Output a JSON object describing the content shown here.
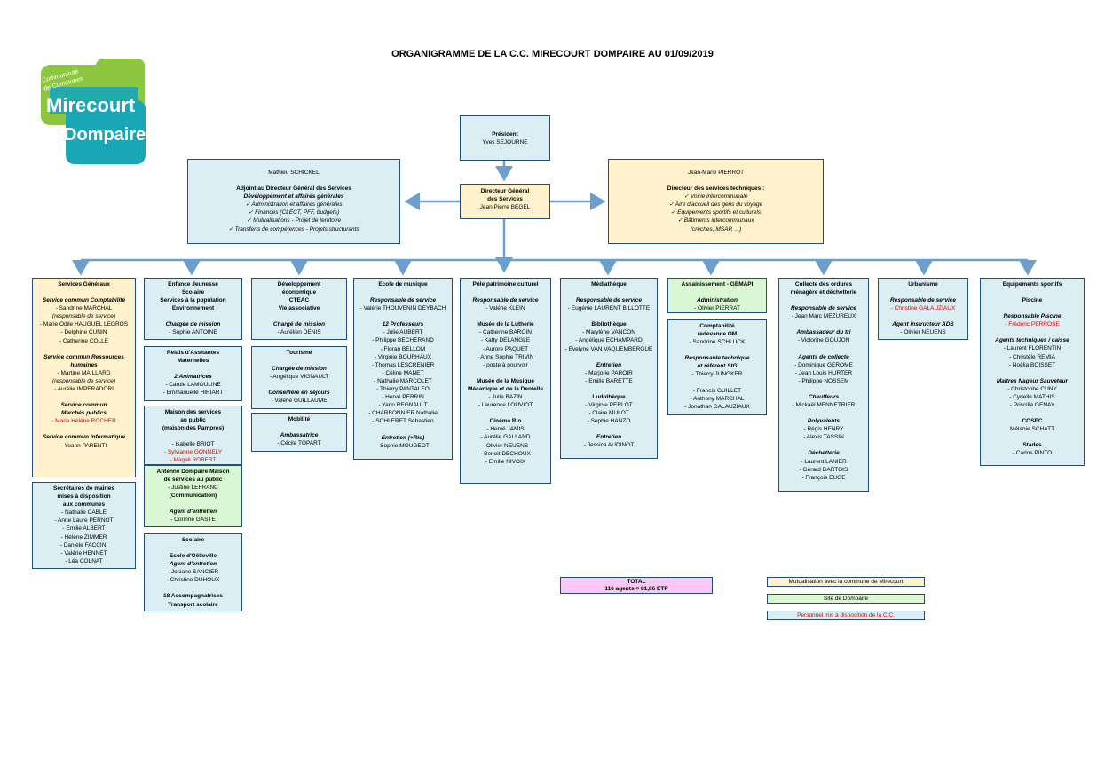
{
  "title": "ORGANIGRAMME DE LA C.C. MIRECOURT DOMPAIRE AU 01/09/2019",
  "logo": {
    "small1": "Communauté",
    "small2": "de Communes",
    "word1": "Mirecourt",
    "word2": "Dompaire",
    "colors": {
      "green": "#8dc63f",
      "teal": "#1aa6b7"
    }
  },
  "president": {
    "l1": "Président",
    "l2": "Yves SEJOURNE"
  },
  "dgs": {
    "l1": "Directeur Général",
    "l2": "des Services",
    "l3": "Jean Pierre BEGEL"
  },
  "adjoint": {
    "name": "Mathieu SCHICKEL",
    "role": "Adjoint au Directeur Général des Services",
    "sub": "Développement et affaires générales",
    "items": [
      "✓ Administration et affaires générales",
      "✓ Finances (CLECT, PFF, budgets)",
      "✓ Mutualisations - Projet de territoire",
      "✓ Transferts de compétences - Projets structurants"
    ]
  },
  "techdir": {
    "name": "Jean-Marie PIERROT",
    "role": "Directeur des services techniques :",
    "items": [
      "✓ Voirie intercommunale",
      "✓ Aire d'accueil des gens du voyage",
      "✓ Equipements sportifs et culturels",
      "✓ Bâtiments intercommunaux"
    ],
    "extra": "(crèches, MSAP, ...)"
  },
  "legend": {
    "yellow": "Mutualisation avec la commune de Mirecourt",
    "green": "Site de Dompaire",
    "red": "Personnel mis à disposition de la C.C."
  },
  "total": {
    "l1": "TOTAL",
    "l2": "116 agents = 81,86 ETP"
  },
  "boxes": [
    {
      "lines": [
        {
          "t": "Services Généraux",
          "c": "b"
        },
        {
          "t": "",
          "c": ""
        },
        {
          "t": "Service commun Comptabilité",
          "c": "bi"
        },
        {
          "t": "- Sandrine MARCHAL",
          "c": ""
        },
        {
          "t": "(responsable de service)",
          "c": "i"
        },
        {
          "t": "- Marie Odile HAUGUEL LEGROS",
          "c": ""
        },
        {
          "t": "- Delphine CUNIN",
          "c": ""
        },
        {
          "t": "- Catherine COLLE",
          "c": ""
        },
        {
          "t": "",
          "c": ""
        },
        {
          "t": "Service commun Ressources",
          "c": "bi"
        },
        {
          "t": "humaines",
          "c": "bi"
        },
        {
          "t": "- Martine MAILLARD",
          "c": ""
        },
        {
          "t": "(responsable de service)",
          "c": "i"
        },
        {
          "t": "- Aurélie IMPERADORI",
          "c": ""
        },
        {
          "t": "",
          "c": ""
        },
        {
          "t": "Service commun",
          "c": "bi"
        },
        {
          "t": "Marchés publics",
          "c": "bi"
        },
        {
          "t": "- Marie Hélène ROCHER",
          "c": "red"
        },
        {
          "t": "",
          "c": ""
        },
        {
          "t": "Service commun Informatique",
          "c": "bi"
        },
        {
          "t": "- Yoann PARENTI",
          "c": ""
        }
      ]
    },
    {
      "lines": [
        {
          "t": "Secrétaires de mairies",
          "c": "b"
        },
        {
          "t": "mises à disposition",
          "c": "b"
        },
        {
          "t": "aux communes",
          "c": "b"
        },
        {
          "t": "- Nathalie CABLE",
          "c": ""
        },
        {
          "t": "- Anne Laure PERNOT",
          "c": ""
        },
        {
          "t": "- Emilie ALBERT",
          "c": ""
        },
        {
          "t": "- Hélène ZIMMER",
          "c": ""
        },
        {
          "t": "- Danièle FACCINI",
          "c": ""
        },
        {
          "t": "- Valérie HENNET",
          "c": ""
        },
        {
          "t": "- Léa COLNAT",
          "c": ""
        }
      ]
    },
    {
      "lines": [
        {
          "t": "Enfance Jeunesse",
          "c": "b"
        },
        {
          "t": "Scolaire",
          "c": "b"
        },
        {
          "t": "Services à la population",
          "c": "b"
        },
        {
          "t": "Environnement",
          "c": "b"
        },
        {
          "t": "",
          "c": ""
        },
        {
          "t": "Chargée de mission",
          "c": "bi"
        },
        {
          "t": "- Sophie ANTOINE",
          "c": ""
        }
      ]
    },
    {
      "lines": [
        {
          "t": "Relais d'Assitantes",
          "c": "b"
        },
        {
          "t": "Maternelles",
          "c": "b"
        },
        {
          "t": "",
          "c": ""
        },
        {
          "t": "2 Animatrices",
          "c": "bi"
        },
        {
          "t": "- Carole LAMOULINE",
          "c": ""
        },
        {
          "t": "- Emmanuelle HIRIART",
          "c": ""
        }
      ]
    },
    {
      "lines": [
        {
          "t": "Maison des services",
          "c": "b"
        },
        {
          "t": "au public",
          "c": "b"
        },
        {
          "t": "(maison des Pampres)",
          "c": "b"
        },
        {
          "t": "",
          "c": ""
        },
        {
          "t": "- Isabelle BRIOT",
          "c": ""
        },
        {
          "t": "- Sylvianne GONNELY",
          "c": "red"
        },
        {
          "t": "- Magali ROBERT",
          "c": "red"
        }
      ]
    },
    {
      "lines": [
        {
          "t": "Antenne Dompaire Maison",
          "c": "b"
        },
        {
          "t": "de services au public",
          "c": "b"
        },
        {
          "t": "- Justine LEFRANC",
          "c": ""
        },
        {
          "t": "(Communication)",
          "c": "b"
        },
        {
          "t": "",
          "c": ""
        },
        {
          "t": "Agent d'entretien",
          "c": "bi"
        },
        {
          "t": "- Corinne GASTE",
          "c": ""
        }
      ]
    },
    {
      "lines": [
        {
          "t": "Scolaire",
          "c": "b"
        },
        {
          "t": "",
          "c": ""
        },
        {
          "t": "Ecole d'Oëlleville",
          "c": "b"
        },
        {
          "t": "Agent d'entretien",
          "c": "bi"
        },
        {
          "t": "- Josiane SANCIER",
          "c": ""
        },
        {
          "t": "- Christine DUHOUX",
          "c": ""
        },
        {
          "t": "",
          "c": ""
        },
        {
          "t": "18 Accompagnatrices",
          "c": "b"
        },
        {
          "t": "Transport scolaire",
          "c": "b"
        }
      ]
    },
    {
      "lines": [
        {
          "t": "Développement",
          "c": "b"
        },
        {
          "t": "économique",
          "c": "b"
        },
        {
          "t": "CTEAC",
          "c": "b"
        },
        {
          "t": "Vie associative",
          "c": "b"
        },
        {
          "t": "",
          "c": ""
        },
        {
          "t": "Chargé de mission",
          "c": "bi"
        },
        {
          "t": "- Aurélien DENIS",
          "c": ""
        }
      ]
    },
    {
      "lines": [
        {
          "t": "Tourisme",
          "c": "b"
        },
        {
          "t": "",
          "c": ""
        },
        {
          "t": "Chargée de mission",
          "c": "bi"
        },
        {
          "t": "- Angélique VIGNAULT",
          "c": ""
        },
        {
          "t": "",
          "c": ""
        },
        {
          "t": "Conseillère en séjours",
          "c": "bi"
        },
        {
          "t": "- Valérie GUILLAUME",
          "c": ""
        }
      ]
    },
    {
      "lines": [
        {
          "t": "Mobilité",
          "c": "b"
        },
        {
          "t": "",
          "c": ""
        },
        {
          "t": "Ambassatrice",
          "c": "bi"
        },
        {
          "t": "- Cécile TOPART",
          "c": ""
        }
      ]
    },
    {
      "lines": [
        {
          "t": "Ecole de musique",
          "c": "b"
        },
        {
          "t": "",
          "c": ""
        },
        {
          "t": "Responsable de service",
          "c": "bi"
        },
        {
          "t": "- Valérie THOUVENIN DEYBACH",
          "c": ""
        },
        {
          "t": "",
          "c": ""
        },
        {
          "t": "12 Professeurs",
          "c": "bi"
        },
        {
          "t": "- Julie AUBERT",
          "c": ""
        },
        {
          "t": "- Philippe BECHERAND",
          "c": ""
        },
        {
          "t": "- Floran BELLOM",
          "c": ""
        },
        {
          "t": "- Virginie BOURHAUX",
          "c": ""
        },
        {
          "t": "- Thomas LESCRENIER",
          "c": ""
        },
        {
          "t": "- Céline MANET",
          "c": ""
        },
        {
          "t": "- Nathalie MARCOLET",
          "c": ""
        },
        {
          "t": "- Thierry PANTALEO",
          "c": ""
        },
        {
          "t": "- Hervé PERRIN",
          "c": ""
        },
        {
          "t": "- Yann REGNAULT",
          "c": ""
        },
        {
          "t": "- CHARBONNIER Nathalie",
          "c": ""
        },
        {
          "t": "- SCHLERET Sébastien",
          "c": ""
        },
        {
          "t": "",
          "c": ""
        },
        {
          "t": "Entretien (+Rio)",
          "c": "bi"
        },
        {
          "t": "- Sophie MOUGEOT",
          "c": ""
        }
      ]
    },
    {
      "lines": [
        {
          "t": "Pôle patrimoine culturel",
          "c": "b"
        },
        {
          "t": "",
          "c": ""
        },
        {
          "t": "Responsable de service",
          "c": "bi"
        },
        {
          "t": "- Valérie KLEIN",
          "c": ""
        },
        {
          "t": "",
          "c": ""
        },
        {
          "t": "Musée de la Lutherie",
          "c": "b"
        },
        {
          "t": "- Catherine BAROIN",
          "c": ""
        },
        {
          "t": "- Katty DELANGLE",
          "c": ""
        },
        {
          "t": "- Aurore PAQUET",
          "c": ""
        },
        {
          "t": "- Anne Sophie TRIVIN",
          "c": ""
        },
        {
          "t": "- poste à pourvoir",
          "c": ""
        },
        {
          "t": "",
          "c": ""
        },
        {
          "t": "Musée de la Musique",
          "c": "b"
        },
        {
          "t": "Mécanique et de la Dentelle",
          "c": "b"
        },
        {
          "t": "- Julie BAZIN",
          "c": ""
        },
        {
          "t": "- Laurence LOUVIOT",
          "c": ""
        },
        {
          "t": "",
          "c": ""
        },
        {
          "t": "Cinéma Rio",
          "c": "b"
        },
        {
          "t": "- Hervé JAMIS",
          "c": ""
        },
        {
          "t": "- Aurélie GALLAND",
          "c": ""
        },
        {
          "t": "- Olivier NEUENS",
          "c": ""
        },
        {
          "t": "- Benoit DECHOUX",
          "c": ""
        },
        {
          "t": "- Emilie NIVOIX",
          "c": ""
        }
      ]
    },
    {
      "lines": [
        {
          "t": "Médiathèque",
          "c": "b"
        },
        {
          "t": "",
          "c": ""
        },
        {
          "t": "Responsable de service",
          "c": "bi"
        },
        {
          "t": "- Eugénie LAURENT BILLOTTE",
          "c": ""
        },
        {
          "t": "",
          "c": ""
        },
        {
          "t": "Bibliothèque",
          "c": "b"
        },
        {
          "t": "- Marylène VANCON",
          "c": ""
        },
        {
          "t": "- Angélique ECHAMPARD",
          "c": ""
        },
        {
          "t": "- Evelyne VAN VAQUEMBERGUE",
          "c": ""
        },
        {
          "t": "",
          "c": ""
        },
        {
          "t": "Entretien",
          "c": "bi"
        },
        {
          "t": "- Marjorie PAROIR",
          "c": ""
        },
        {
          "t": "- Emilie BARETTE",
          "c": ""
        },
        {
          "t": "",
          "c": ""
        },
        {
          "t": "Ludothèque",
          "c": "b"
        },
        {
          "t": "- Virginie PERLOT",
          "c": ""
        },
        {
          "t": "- Claire MULOT",
          "c": ""
        },
        {
          "t": "- Sophie HANZO",
          "c": ""
        },
        {
          "t": "",
          "c": ""
        },
        {
          "t": "Entretien",
          "c": "bi"
        },
        {
          "t": "- Jessica AUDINOT",
          "c": ""
        }
      ]
    },
    {
      "lines": [
        {
          "t": "Assainissement - GEMAPI",
          "c": "b"
        },
        {
          "t": "",
          "c": ""
        },
        {
          "t": "Administration",
          "c": "bi"
        },
        {
          "t": "- Olivier PIERRAT",
          "c": ""
        }
      ]
    },
    {
      "lines": [
        {
          "t": "Comptabilité",
          "c": "b"
        },
        {
          "t": "redevance OM",
          "c": "b"
        },
        {
          "t": "- Sandrine SCHLUCK",
          "c": ""
        },
        {
          "t": "",
          "c": ""
        },
        {
          "t": "Responsable technique",
          "c": "bi"
        },
        {
          "t": "et référent SIG",
          "c": "bi"
        },
        {
          "t": "- Thierry JUNGKER",
          "c": ""
        },
        {
          "t": "",
          "c": ""
        },
        {
          "t": "- Francis GUILLET",
          "c": ""
        },
        {
          "t": "- Anthony MARCHAL",
          "c": ""
        },
        {
          "t": "- Jonathan GALAUZIAUX",
          "c": ""
        }
      ]
    },
    {
      "lines": [
        {
          "t": "Collecte des ordures",
          "c": "b"
        },
        {
          "t": "ménagère et déchetterie",
          "c": "b"
        },
        {
          "t": "",
          "c": ""
        },
        {
          "t": "Responsable de service",
          "c": "bi"
        },
        {
          "t": "- Jean Marc MEZUREUX",
          "c": ""
        },
        {
          "t": "",
          "c": ""
        },
        {
          "t": "Ambassadeur du tri",
          "c": "bi"
        },
        {
          "t": "- Victorine GOUJON",
          "c": ""
        },
        {
          "t": "",
          "c": ""
        },
        {
          "t": "Agents de collecte",
          "c": "bi"
        },
        {
          "t": "- Dominique GEROME",
          "c": ""
        },
        {
          "t": "- Jean Louis HURTER",
          "c": ""
        },
        {
          "t": "- Philippe NOSSEM",
          "c": ""
        },
        {
          "t": "",
          "c": ""
        },
        {
          "t": "Chauffeurs",
          "c": "bi"
        },
        {
          "t": "- Mickaël MENNETRIER",
          "c": ""
        },
        {
          "t": "",
          "c": ""
        },
        {
          "t": "Polyvalents",
          "c": "bi"
        },
        {
          "t": "- Régis HENRY",
          "c": ""
        },
        {
          "t": "- Alexis TASSIN",
          "c": ""
        },
        {
          "t": "",
          "c": ""
        },
        {
          "t": "Déchetterie",
          "c": "bi"
        },
        {
          "t": "- Laurent LANIER",
          "c": ""
        },
        {
          "t": "- Gérard DARTOIS",
          "c": ""
        },
        {
          "t": "- François EUGE",
          "c": ""
        }
      ]
    },
    {
      "lines": [
        {
          "t": "Urbanisme",
          "c": "b"
        },
        {
          "t": "",
          "c": ""
        },
        {
          "t": "Responsable de service",
          "c": "bi"
        },
        {
          "t": "- Christine GALAUZIAUX",
          "c": "red"
        },
        {
          "t": "",
          "c": ""
        },
        {
          "t": "Agent instructeur ADS",
          "c": "bi"
        },
        {
          "t": "- Olivier NEUENS",
          "c": ""
        }
      ]
    },
    {
      "lines": [
        {
          "t": "Equipements sportifs",
          "c": "b"
        },
        {
          "t": "",
          "c": ""
        },
        {
          "t": "Piscine",
          "c": "b"
        },
        {
          "t": "",
          "c": ""
        },
        {
          "t": "Responsable Piscine",
          "c": "bi"
        },
        {
          "t": "- Frédéric PERROSE",
          "c": "red"
        },
        {
          "t": "",
          "c": ""
        },
        {
          "t": "Agents techniques / caisse",
          "c": "bi"
        },
        {
          "t": "- Laurent FLORENTIN",
          "c": ""
        },
        {
          "t": "- Christèle REMIA",
          "c": ""
        },
        {
          "t": "- Noëlia BOISSET",
          "c": ""
        },
        {
          "t": "",
          "c": ""
        },
        {
          "t": "Maîtres Nageur Sauveteur",
          "c": "bi"
        },
        {
          "t": "- Christophe CUNY",
          "c": ""
        },
        {
          "t": "- Cyrielle MATHIS",
          "c": ""
        },
        {
          "t": "- Priscilla GENAY",
          "c": ""
        },
        {
          "t": "",
          "c": ""
        },
        {
          "t": "COSEC",
          "c": "b"
        },
        {
          "t": "Mélanie SCHATT",
          "c": ""
        },
        {
          "t": "",
          "c": ""
        },
        {
          "t": "Stades",
          "c": "b"
        },
        {
          "t": "- Carlos PINTO",
          "c": ""
        }
      ]
    }
  ]
}
